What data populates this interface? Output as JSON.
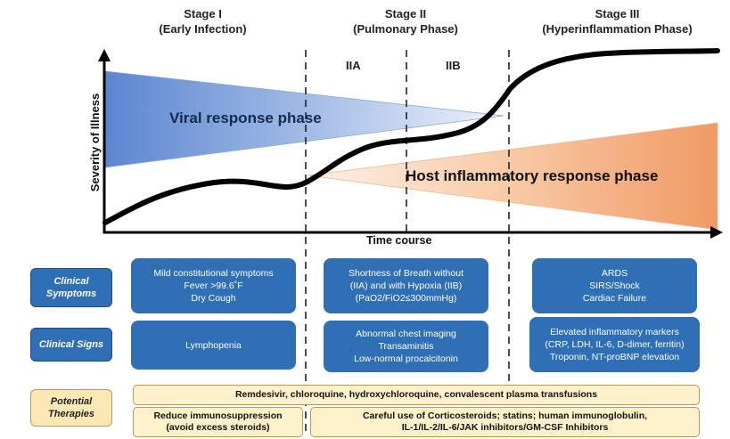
{
  "stages": [
    {
      "name": "Stage I",
      "sub": "(Early Infection)"
    },
    {
      "name": "Stage II",
      "sub": "(Pulmonary Phase)"
    },
    {
      "name": "Stage III",
      "sub": "(Hyperinflammation Phase)"
    }
  ],
  "substages": [
    "IIA",
    "IIB"
  ],
  "axes": {
    "y_label": "Severity of Illness",
    "x_label": "Time course"
  },
  "phases": {
    "viral": "Viral response phase",
    "host": "Host inflammatory response phase"
  },
  "rows": {
    "symptoms": [
      "Clinical",
      "Symptoms"
    ],
    "signs": "Clinical Signs",
    "therapies": [
      "Potential",
      "Therapies"
    ]
  },
  "symptoms": [
    [
      "Mild constitutional symptoms",
      "Fever >99.6˚F",
      "Dry Cough"
    ],
    [
      "Shortness of Breath without",
      "(IIA) and with Hypoxia (IIB)",
      "(PaO2/FiO2≤300mmHg)"
    ],
    [
      "ARDS",
      "SIRS/Shock",
      "Cardiac Failure"
    ]
  ],
  "signs": [
    [
      "Lymphopenia"
    ],
    [
      "Abnormal chest imaging",
      "Transaminitis",
      "Low-normal procalcitonin"
    ],
    [
      "Elevated inflammatory markers",
      "(CRP, LDH, IL-6, D-dimer, ferritin)",
      "Troponin, NT-proBNP elevation"
    ]
  ],
  "therapies": {
    "top": "Remdesivir, chloroquine, hydroxychloroquine, convalescent plasma transfusions",
    "left": [
      "Reduce immunosuppression",
      "(avoid excess steroids)"
    ],
    "right": [
      "Careful use of Corticosteroids; statins;  human immunoglobulin,",
      "IL-1/IL-2/IL-6/JAK inhibitors/GM-CSF Inhibitors"
    ]
  },
  "colors": {
    "box_blue": "#2f6fb5",
    "therapy_fill": "#fdf1cc",
    "viral_blue": "#5b86cf",
    "host_orange": "#f0a06e"
  }
}
